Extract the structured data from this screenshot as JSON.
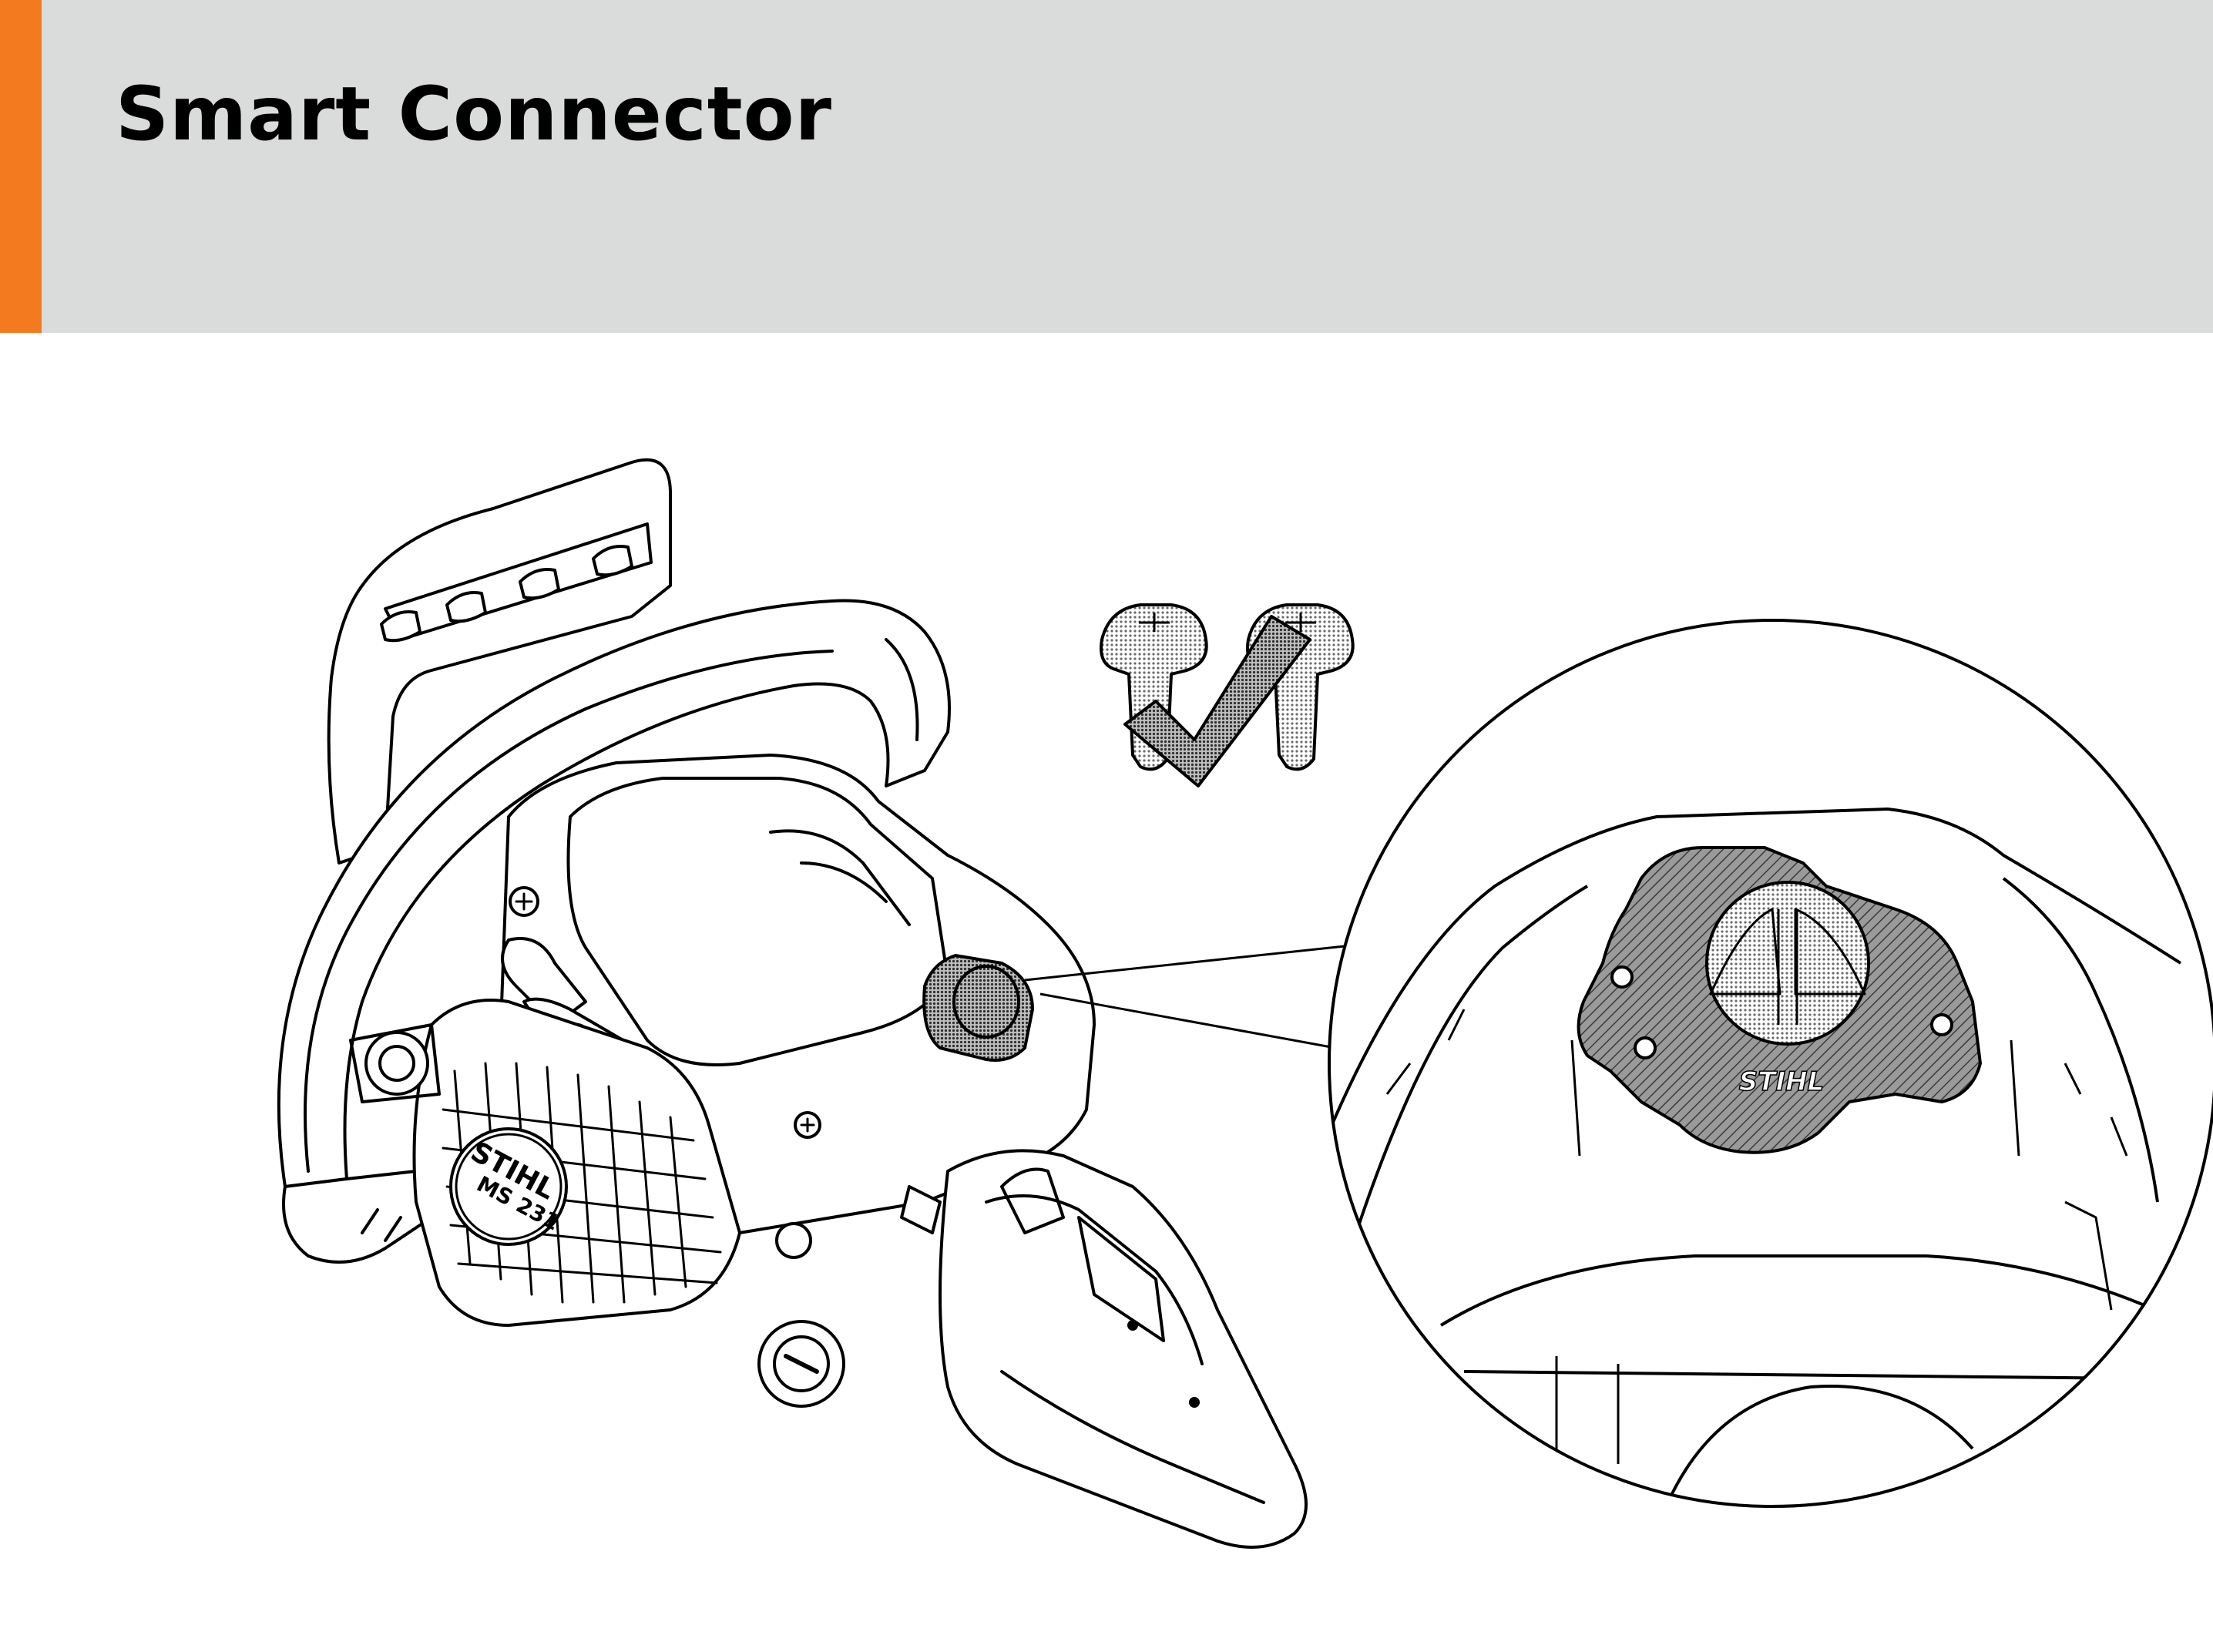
{
  "header": {
    "title": "Smart Connector"
  },
  "colors": {
    "accent": "#f37a1f",
    "header_background": "#dadcdb",
    "line": "#000000",
    "hatch": "#9a9a9a"
  },
  "illustration": {
    "brand_label": "STIHL",
    "model_label": "MS 231",
    "connector_brand_label": "STIHL",
    "icons": [
      "chainsaw-illustration",
      "screw-icon",
      "checkmark-icon",
      "smart-connector-icon",
      "magnifier-callout"
    ]
  }
}
